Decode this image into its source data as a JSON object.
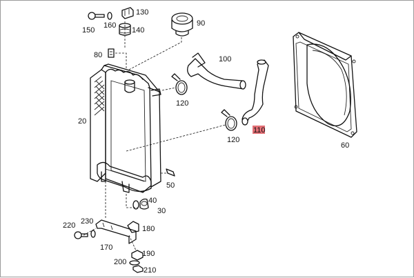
{
  "colors": {
    "line": "#111111",
    "highlight": "#e36f75",
    "frame": "#9a9a9a"
  },
  "highlighted_part": "110",
  "callouts": {
    "c20": "20",
    "c30": "30",
    "c40": "40",
    "c50": "50",
    "c60": "60",
    "c80": "80",
    "c90": "90",
    "c100": "100",
    "c110": "110",
    "c120a": "120",
    "c120b": "120",
    "c130": "130",
    "c140": "140",
    "c150": "150",
    "c160": "160",
    "c170": "170",
    "c180": "180",
    "c190": "190",
    "c200": "200",
    "c210": "210",
    "c220": "220",
    "c230": "230"
  }
}
